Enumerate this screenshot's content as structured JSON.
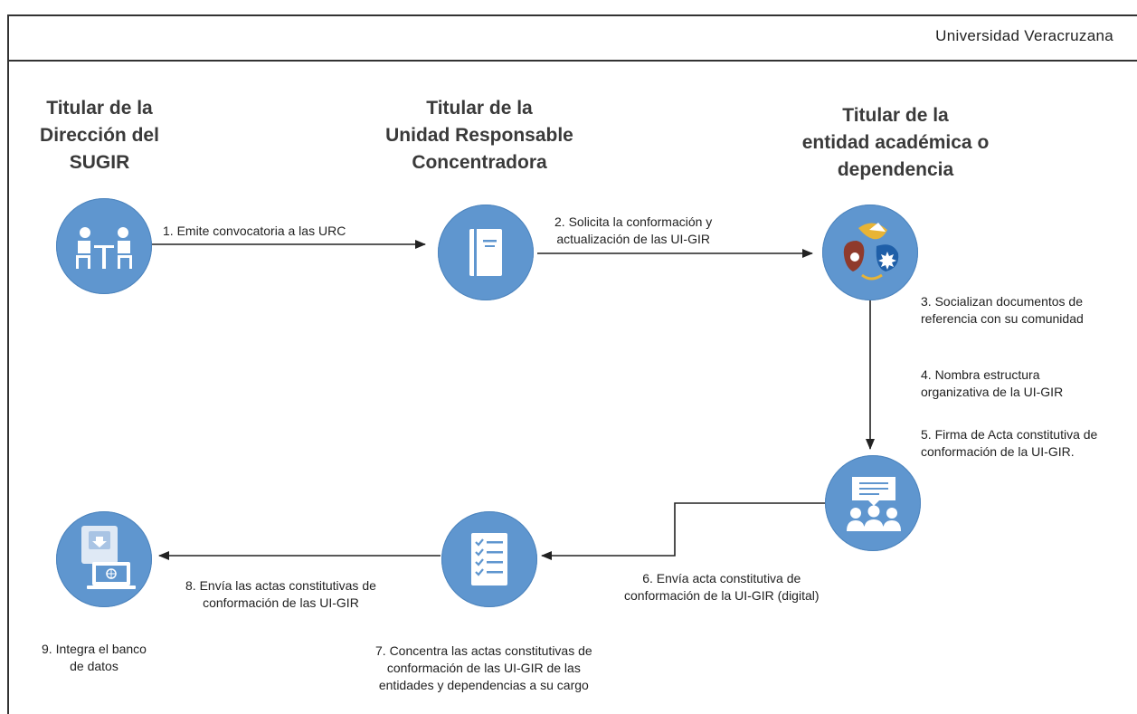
{
  "header": {
    "organization": "Universidad Veracruzana"
  },
  "actors": [
    {
      "lines": [
        "Titular de la",
        "Dirección del",
        "SUGIR"
      ]
    },
    {
      "lines": [
        "Titular de la",
        "Unidad Responsable",
        "Concentradora"
      ]
    },
    {
      "lines": [
        "Titular de la",
        "entidad académica o",
        "dependencia"
      ]
    }
  ],
  "nodes": [
    {
      "icon": "meeting-icon"
    },
    {
      "icon": "binder-icon"
    },
    {
      "icon": "institution-logo-icon"
    },
    {
      "icon": "presentation-audience-icon"
    },
    {
      "icon": "checklist-icon"
    },
    {
      "icon": "database-laptop-icon"
    }
  ],
  "steps": [
    {
      "lines": [
        "1. Emite convocatoria a las URC"
      ]
    },
    {
      "lines": [
        "2. Solicita la conformación y",
        "actualización de las UI-GIR"
      ]
    },
    {
      "lines": [
        "3. Socializan documentos de",
        "referencia con su comunidad"
      ]
    },
    {
      "lines": [
        "4. Nombra estructura",
        "organizativa de la UI-GIR"
      ]
    },
    {
      "lines": [
        "5. Firma de Acta constitutiva de",
        "conformación de la UI-GIR."
      ]
    },
    {
      "lines": [
        "6. Envía acta constitutiva de",
        "conformación de la UI-GIR (digital)"
      ]
    },
    {
      "lines": [
        "7. Concentra las actas constitutivas de",
        "conformación de las UI-GIR de las",
        "entidades y dependencias a su cargo"
      ]
    },
    {
      "lines": [
        "8. Envía las actas constitutivas de",
        "conformación de las UI-GIR"
      ]
    },
    {
      "lines": [
        "9. Integra el banco",
        "de datos"
      ]
    }
  ],
  "colors": {
    "node": "#5f96cf",
    "icon": "#ffffff",
    "line": "#222222"
  }
}
